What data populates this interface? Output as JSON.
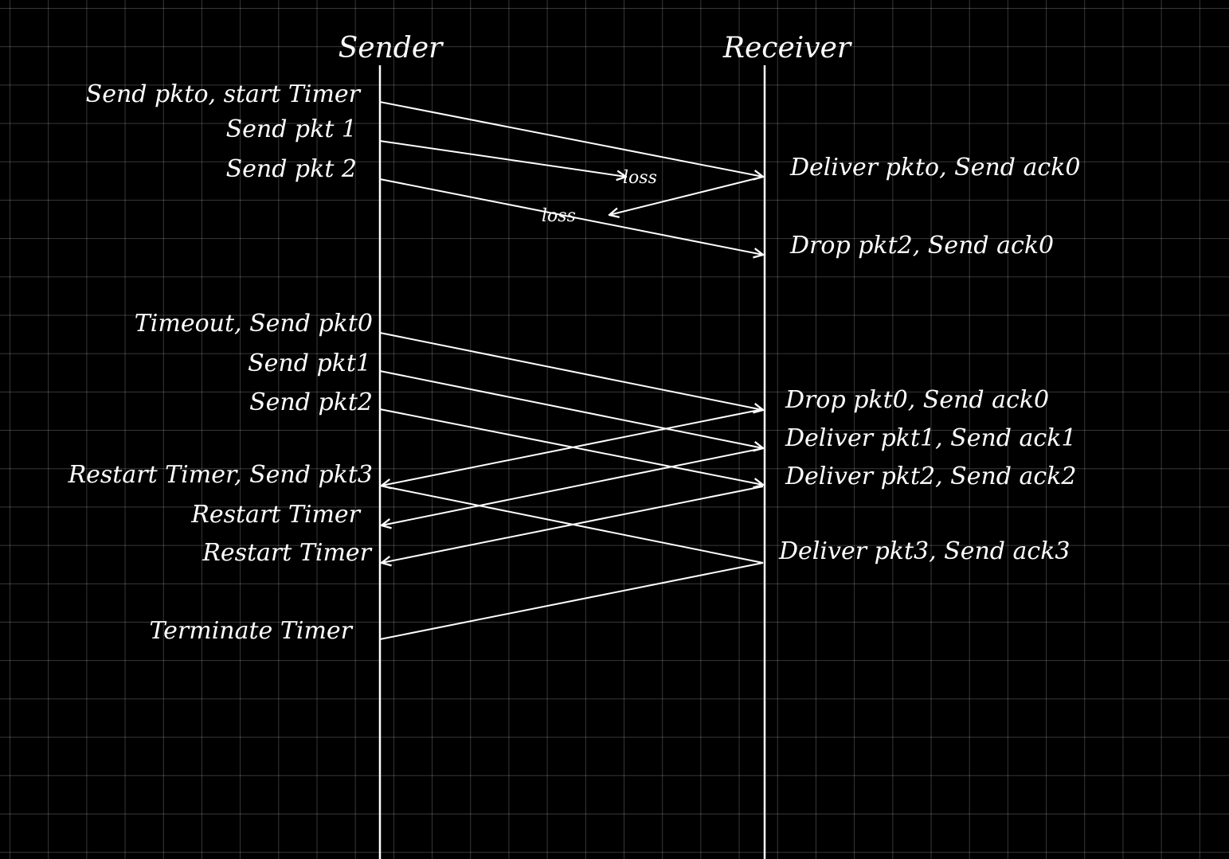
{
  "participants": {
    "sender": "Sender",
    "receiver": "Receiver"
  },
  "sender_events": {
    "e1": "Send pkto, start Timer",
    "e2": "Send pkt 1",
    "e3": "Send pkt 2",
    "e4": "Timeout, Send pkt0",
    "e5": "Send pkt1",
    "e6": "Send pkt2",
    "e7": "Restart Timer, Send pkt3",
    "e8": "Restart Timer",
    "e9": "Restart Timer",
    "e10": "Terminate Timer"
  },
  "receiver_events": {
    "r1": "Deliver pkto, Send ack0",
    "r2": "Drop pkt2, Send ack0",
    "r3": "Drop pkt0, Send ack0",
    "r4": "Deliver pkt1, Send ack1",
    "r5": "Deliver pkt2, Send ack2",
    "r6": "Deliver pkt3, Send ack3"
  },
  "loss_labels": {
    "pkt1": "loss",
    "ack0": "loss"
  },
  "messages": [
    {
      "from": "sender",
      "sent": "Send pkto, start Timer",
      "received": "Deliver pkto, Send ack0",
      "lost": false
    },
    {
      "from": "sender",
      "sent": "Send pkt 1",
      "lost": true
    },
    {
      "from": "receiver",
      "sent": "Deliver pkto, Send ack0",
      "lost": true
    },
    {
      "from": "sender",
      "sent": "Send pkt 2",
      "received": "Drop pkt2, Send ack0",
      "lost": false
    },
    {
      "from": "sender",
      "sent": "Timeout, Send pkt0",
      "received": "Drop pkt0, Send ack0",
      "lost": false
    },
    {
      "from": "sender",
      "sent": "Send pkt1",
      "received": "Deliver pkt1, Send ack1",
      "lost": false
    },
    {
      "from": "sender",
      "sent": "Send pkt2",
      "received": "Deliver pkt2, Send ack2",
      "lost": false
    },
    {
      "from": "receiver",
      "sent": "Drop pkt0, Send ack0",
      "received": "Restart Timer, Send pkt3",
      "lost": false
    },
    {
      "from": "receiver",
      "sent": "Deliver pkt1, Send ack1",
      "received": "Restart Timer",
      "lost": false
    },
    {
      "from": "receiver",
      "sent": "Deliver pkt2, Send ack2",
      "received": "Restart Timer",
      "lost": false
    },
    {
      "from": "sender",
      "sent": "Restart Timer, Send pkt3",
      "received": "Deliver pkt3, Send ack3",
      "lost": false
    },
    {
      "from": "receiver",
      "sent": "Deliver pkt3, Send ack3",
      "received": "Terminate Timer",
      "lost": false
    }
  ]
}
